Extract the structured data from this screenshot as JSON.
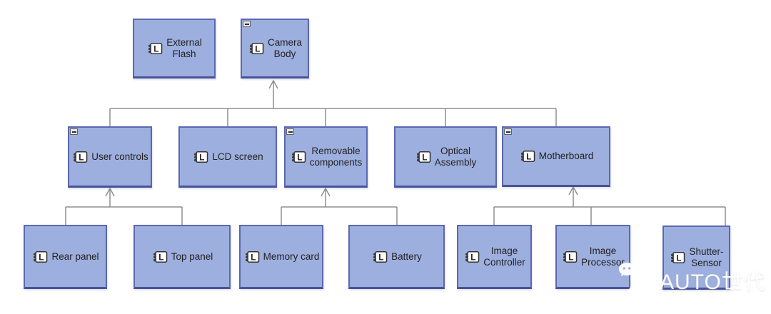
{
  "diagram": {
    "component_icon_letter": "L",
    "nodes": [
      {
        "id": "external-flash",
        "label": "External\nFlash",
        "collapse_button": false
      },
      {
        "id": "camera-body",
        "label": "Camera\nBody",
        "collapse_button": true
      },
      {
        "id": "user-controls",
        "label": "User controls",
        "collapse_button": true
      },
      {
        "id": "lcd-screen",
        "label": "LCD screen",
        "collapse_button": false
      },
      {
        "id": "removable-components",
        "label": "Removable\ncomponents",
        "collapse_button": true
      },
      {
        "id": "optical-assembly",
        "label": "Optical\nAssembly",
        "collapse_button": false
      },
      {
        "id": "motherboard",
        "label": "Motherboard",
        "collapse_button": true
      },
      {
        "id": "rear-panel",
        "label": "Rear panel",
        "collapse_button": false
      },
      {
        "id": "top-panel",
        "label": "Top panel",
        "collapse_button": false
      },
      {
        "id": "memory-card",
        "label": "Memory card",
        "collapse_button": false
      },
      {
        "id": "battery",
        "label": "Battery",
        "collapse_button": false
      },
      {
        "id": "image-controller",
        "label": "Image\nController",
        "collapse_button": false
      },
      {
        "id": "image-processor",
        "label": "Image\nProcessor",
        "collapse_button": false
      },
      {
        "id": "shutter-sensor",
        "label": "Shutter-\nSensor",
        "collapse_button": false
      }
    ],
    "hierarchy": {
      "camera-body": [
        "user-controls",
        "lcd-screen",
        "removable-components",
        "optical-assembly",
        "motherboard"
      ],
      "user-controls": [
        "rear-panel",
        "top-panel"
      ],
      "removable-components": [
        "memory-card",
        "battery"
      ],
      "motherboard": [
        "image-controller",
        "image-processor",
        "shutter-sensor"
      ]
    },
    "colors": {
      "node_fill": "#9dafde",
      "node_border": "#5b67b1",
      "node_border_bottom": "#47529b",
      "connector": "#8f8f8f",
      "label_text": "#222222"
    },
    "watermark": {
      "icon": "wechat-icon",
      "text": "AUTO世代"
    }
  }
}
